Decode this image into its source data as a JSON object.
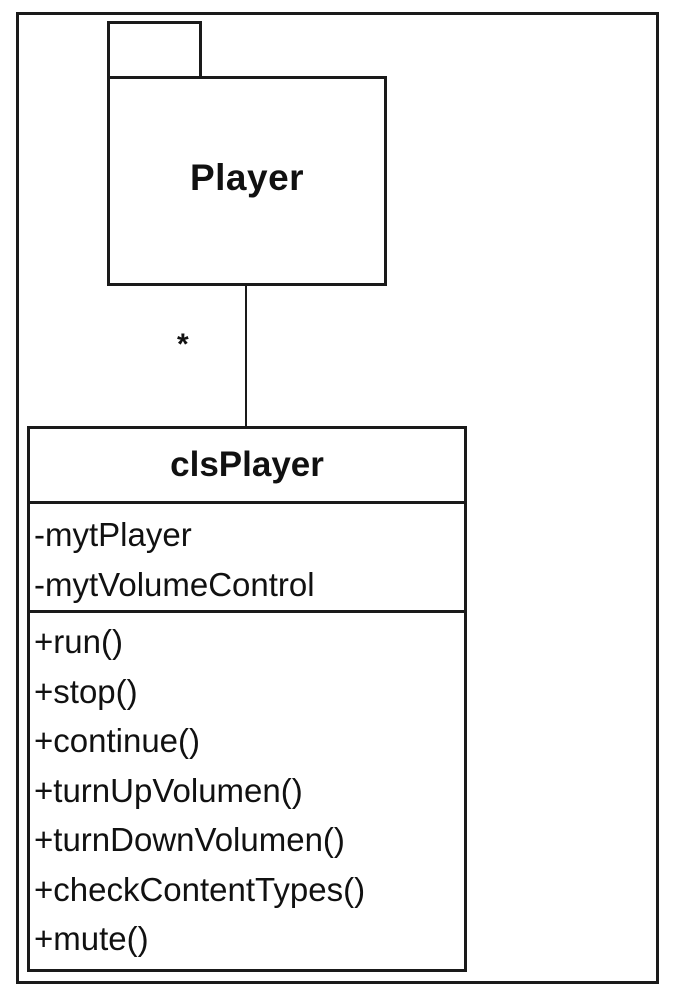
{
  "package": {
    "name": "Player"
  },
  "association": {
    "multiplicity": "*"
  },
  "class": {
    "name": "clsPlayer",
    "attributes": [
      "-mytPlayer",
      "-mytVolumeControl"
    ],
    "operations": [
      "+run()",
      "+stop()",
      "+continue()",
      "+turnUpVolumen()",
      "+turnDownVolumen()",
      "+checkContentTypes()",
      "+mute()"
    ]
  }
}
